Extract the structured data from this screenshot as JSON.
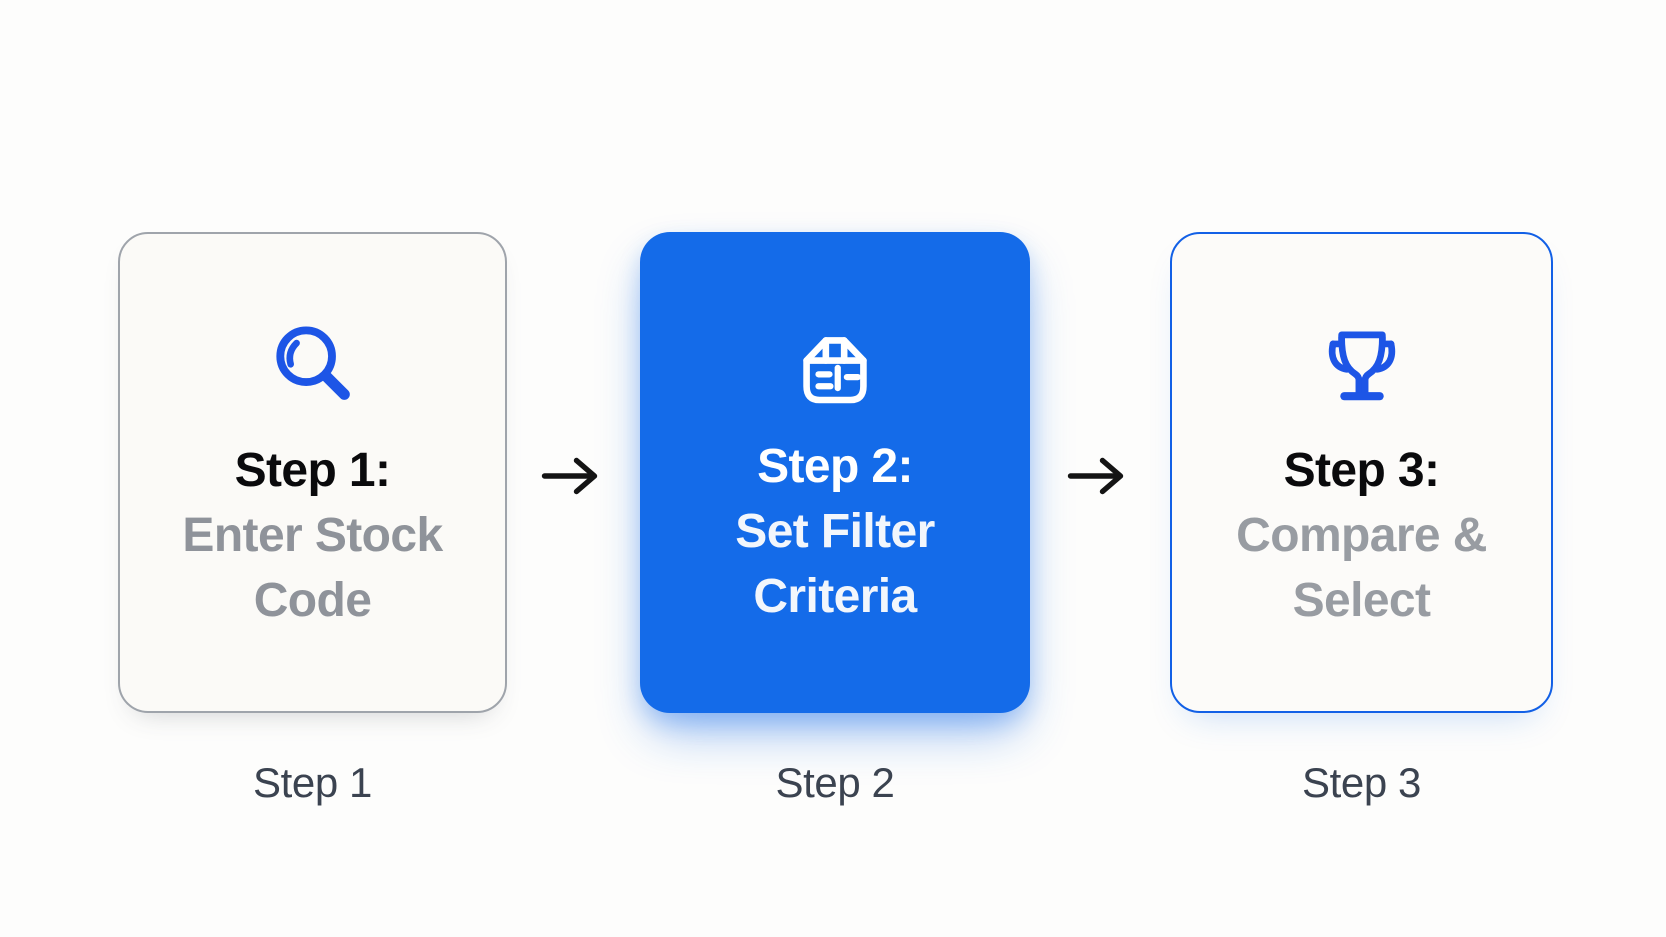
{
  "steps": [
    {
      "title": "Step 1:",
      "subtitle": "Enter Stock Code",
      "caption": "Step 1",
      "icon": "search-icon",
      "state": "default"
    },
    {
      "title": "Step 2:",
      "subtitle": "Set Filter Criteria",
      "caption": "Step 2",
      "icon": "filter-document-icon",
      "state": "active"
    },
    {
      "title": "Step 3:",
      "subtitle": "Compare & Select",
      "caption": "Step 3",
      "icon": "trophy-icon",
      "state": "outlined"
    }
  ],
  "arrow": {
    "glyph": "→"
  },
  "colors": {
    "accent_blue": "#146be9",
    "icon_blue": "#1d55e6",
    "icon_on_blue": "#ffffff",
    "card_border_gray": "#9fa4ab",
    "card_border_blue": "#1260e6",
    "heading_text": "#0a0a0c",
    "subtitle_gray": "#8f939a",
    "caption_text": "#3b4350",
    "arrow_black": "#141414"
  }
}
